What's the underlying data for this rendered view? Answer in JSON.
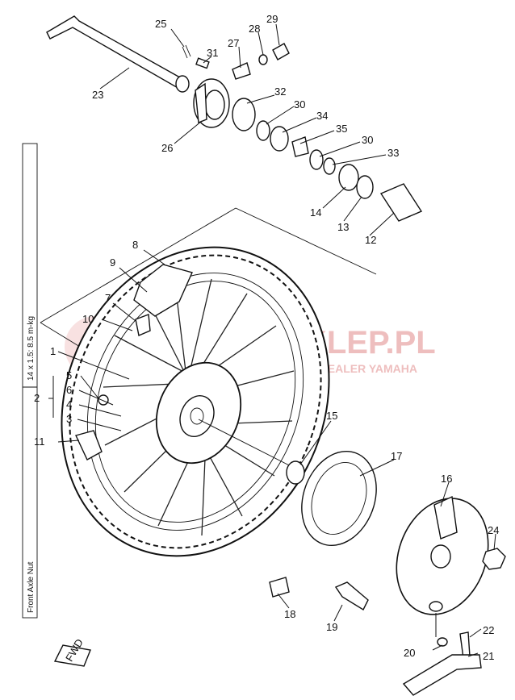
{
  "watermark": {
    "brand": "MOTOSKLEP.PL",
    "sub": "AUTHORIZED DEALER YAMAHA"
  },
  "side_box": {
    "torque": "14 x 1.5: 8.5 m-kg",
    "label": "Front Axle Nut"
  },
  "direction_mark": "FWD",
  "callouts": [
    "1",
    "2",
    "3",
    "4",
    "5",
    "6",
    "7",
    "8",
    "9",
    "10",
    "11",
    "12",
    "13",
    "14",
    "15",
    "16",
    "17",
    "18",
    "19",
    "20",
    "21",
    "22",
    "23",
    "24",
    "25",
    "26",
    "27",
    "28",
    "29",
    "30",
    "30",
    "31",
    "32",
    "33",
    "34",
    "35"
  ]
}
